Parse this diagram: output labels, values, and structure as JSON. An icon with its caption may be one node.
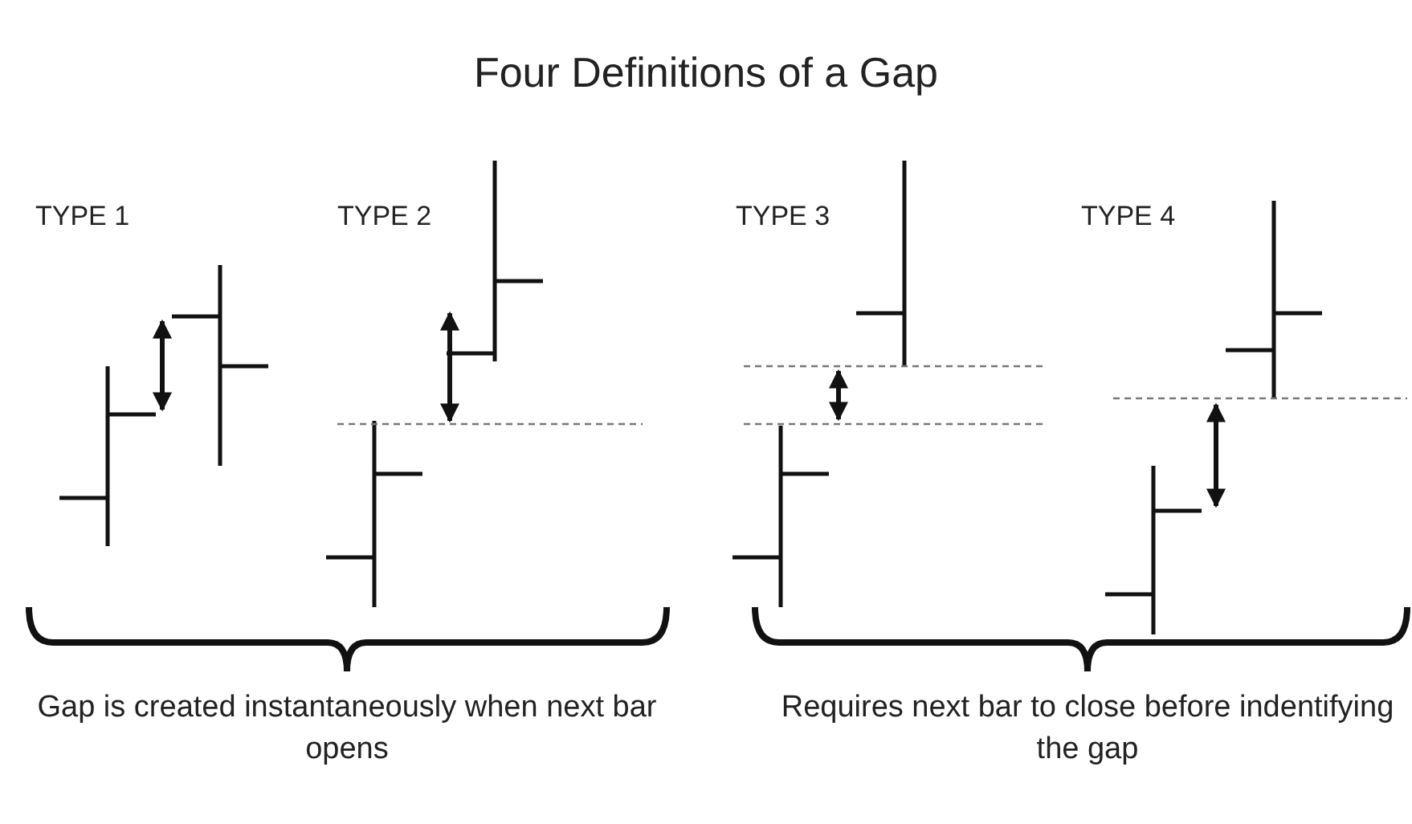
{
  "diagram": {
    "title": "Four Definitions of a Gap",
    "labels": [
      "TYPE 1",
      "TYPE 2",
      "TYPE 3",
      "TYPE 4",
      "Gap is created instantaneously when next bar opens",
      "Requires next bar to close before indentifying the gap"
    ]
  }
}
